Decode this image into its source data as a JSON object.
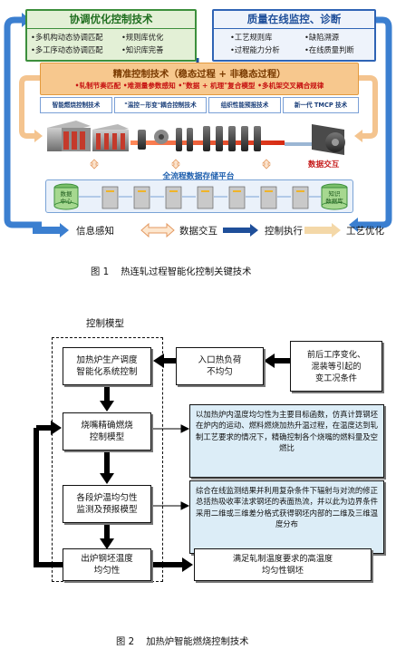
{
  "fig1": {
    "green_box": {
      "title": "协调优化控制技术",
      "items": [
        "•多机构动态协调匹配",
        "•规则库优化",
        "•多工序动态协调匹配",
        "•知识库完善"
      ]
    },
    "blue_box": {
      "title": "质量在线监控、诊断",
      "items": [
        "•工艺规则库",
        "•缺陷溯源",
        "•过程能力分析",
        "•在线质量判断"
      ]
    },
    "orange_box": {
      "title": "精准控制技术（稳态过程 + 非稳态过程）",
      "subtitle": "•轧制节奏匹配 •难测量参数感知 •\"数据 + 机理\"复合模型 •多机架交叉耦合规律"
    },
    "tech_strip": [
      "智能燃烧控制技术",
      "\"温控－形变\"耦合控制技术",
      "组织性能预报技术",
      "新一代 TMCP 技术"
    ],
    "data_exchange_label": "数据交互",
    "platform_label": "全流程数据存储平台",
    "db_left": "数据\n中心",
    "db_right": "知识\n数据库",
    "legend": [
      "信息感知",
      "数据交互",
      "控制执行",
      "工艺优化"
    ],
    "legend_colors": [
      "#3b7fd0",
      "#f4c48f",
      "#1f4f9a",
      "#f4d8a8"
    ],
    "caption": "图 1    热连轧过程智能化控制关键技术"
  },
  "fig2": {
    "frame_title": "控制模型",
    "boxes": {
      "furnace_dispatch": "加热炉生产调度\n智能化系统控制",
      "burner_model": "烧嘴精确燃烧\n控制模型",
      "temp_monitor": "各段炉温均匀性\n监测及预报模型",
      "uniformity": "出炉钢坯温度\n均匀性",
      "input_load": "入口热负荷\n不均匀",
      "upstream": "前后工序变化、\n混装等引起的\n变工况条件",
      "result": "满足轧制温度要求的高温度\n均匀性钢坯"
    },
    "desc1": "以加热炉内温度均匀性为主要目标函数，仿真计算钢坯在炉内的运动、燃料燃烧加热升温过程，在温度达到轧制工艺要求的情况下，精确控制各个烧嘴的燃料量及空燃比",
    "desc2": "综合在线监测结果并利用复杂条件下辐射与对流的修正总括热吸收率法求钢坯的表面热流，并以此为边界条件采用二维或三维差分格式获得钢坯内部的二维及三维温度分布",
    "caption": "图 2    加热炉智能燃烧控制技术"
  }
}
